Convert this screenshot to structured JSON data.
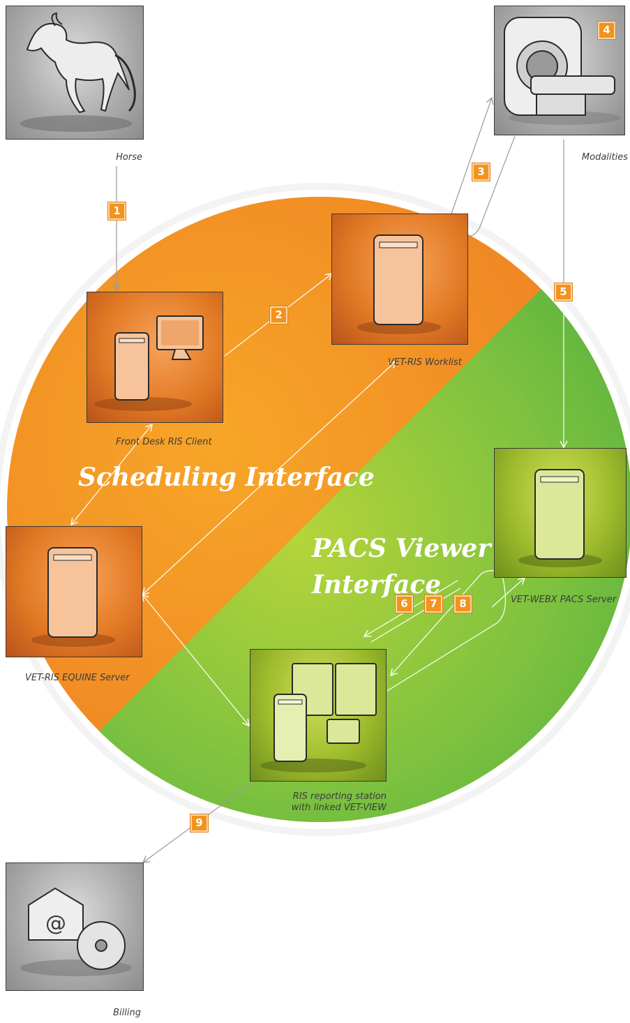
{
  "regions": {
    "scheduling": "Scheduling Interface",
    "pacs_line1": "PACS Viewer",
    "pacs_line2": "Interface"
  },
  "nodes": {
    "horse": "Horse",
    "modalities": "Modalities",
    "front_desk": "Front Desk RIS Client",
    "worklist": "VET-RIS Worklist",
    "equine_server": "VET-RIS EQUINE Server",
    "pacs_server": "VET-WEBX PACS Server",
    "reporting_line1": "RIS reporting station",
    "reporting_line2": "with linked VET-VIEW",
    "billing": "Billing"
  },
  "steps": [
    "1",
    "2",
    "3",
    "4",
    "5",
    "6",
    "7",
    "8",
    "9"
  ],
  "colors": {
    "orange": "#ef8a23",
    "green": "#6dbb3c",
    "badge": "#f2931e"
  }
}
